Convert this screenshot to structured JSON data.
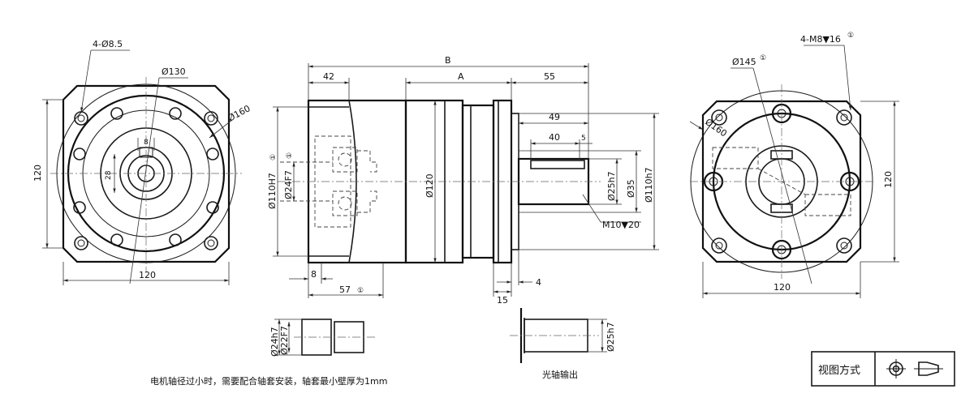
{
  "dimensions": {
    "left_holes": "4-Ø8.5",
    "left_dia130": "Ø130",
    "left_dia160": "Ø160",
    "left_h120": "120",
    "left_w120": "120",
    "left_28": "28",
    "left_8": "8",
    "side_B": "B",
    "side_A": "A",
    "side_42": "42",
    "side_55": "55",
    "side_49": "49",
    "side_40": "40",
    "side_5": "5",
    "side_dia110h7_left": "Ø110H7",
    "side_dia24f7": "Ø24F7",
    "side_dia120": "Ø120",
    "side_dia25h7": "Ø25h7",
    "side_dia35": "Ø35",
    "side_dia110h7_right": "Ø110h7",
    "side_thread": "M10▼20",
    "side_8": "8",
    "side_57": "57",
    "side_15": "15",
    "side_4": "4",
    "right_holes": "4-M8▼16",
    "right_dia145": "Ø145",
    "right_dia160": "Ø160",
    "right_h120": "120",
    "right_w120": "120",
    "sleeve_dia24h7": "Ø24h7",
    "sleeve_dia22f7": "Ø22F7",
    "shaft_dia25h7": "Ø25h7"
  },
  "markers": {
    "circled_one": "①"
  },
  "notes": {
    "sleeve_note": "电机轴径过小时，需要配合轴套安装，轴套最小壁厚为1mm",
    "shaft_label": "光轴输出"
  },
  "title_box": {
    "label": "视图方式"
  }
}
